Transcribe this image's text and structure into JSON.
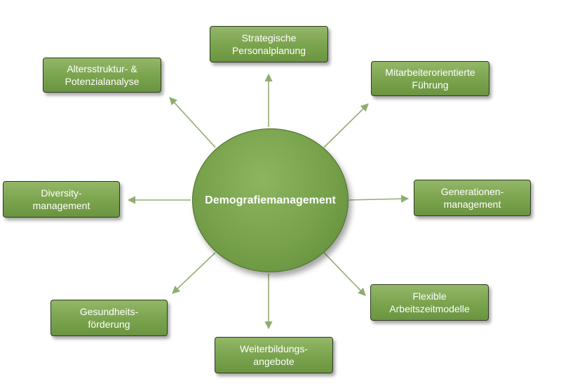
{
  "diagram": {
    "center_label": "Demografiemanagement",
    "nodes": {
      "top": "Strategische\nPersonalplanung",
      "top_left": "Altersstruktur- &\nPotenzialanalyse",
      "top_right": "Mitarbeiterorientierte\nFührung",
      "left": "Diversity-\nmanagement",
      "right": "Generationen-\nmanagement",
      "bottom_left": "Gesundheits-\nförderung",
      "bottom": "Weiterbildungs-\nangebote",
      "bottom_right": "Flexible\nArbeitszeitmodelle"
    },
    "colors": {
      "box_fill": "#7aa34d",
      "border": "#2f3a22",
      "arrow": "#8fad70",
      "text": "#ffffff"
    }
  }
}
